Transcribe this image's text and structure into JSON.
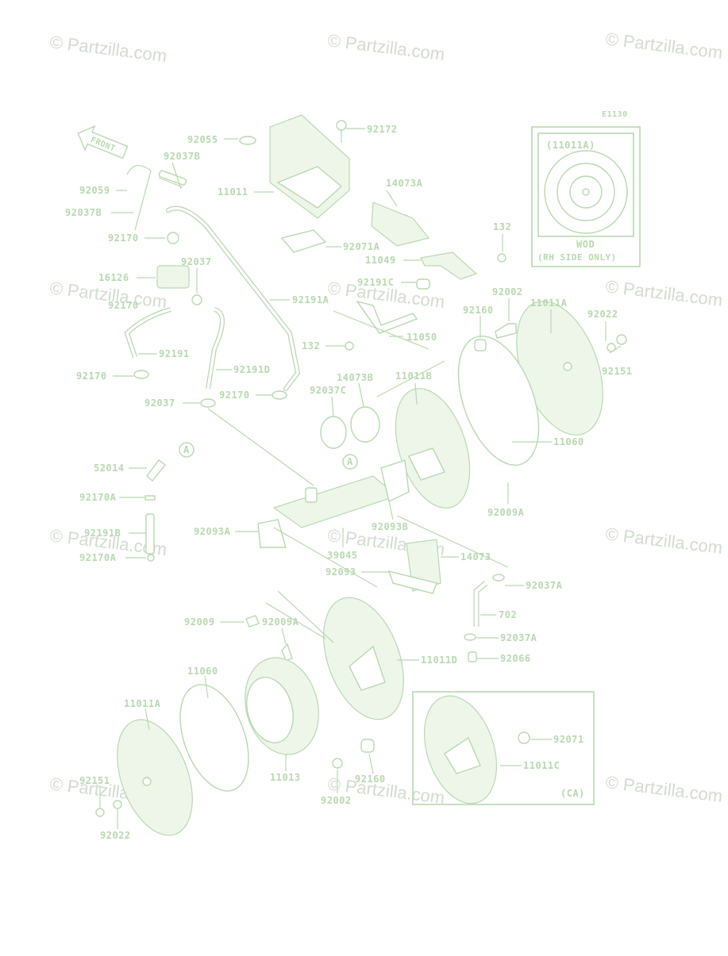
{
  "diagram_code": "E1130",
  "watermark": "© Partzilla.com",
  "callout": "A",
  "front_label": "FRONT",
  "inset_top": {
    "ref": "(11011A)",
    "model": "WOD",
    "note": "(RH SIDE ONLY)"
  },
  "inset_bottom": {
    "note": "(CA)",
    "parts": [
      "92071",
      "11011C"
    ]
  },
  "colors": {
    "line": "#b8d8b0",
    "watermark": "#d2dccf",
    "background": "#ffffff"
  },
  "parts": [
    "92055",
    "92172",
    "92037B",
    "92059",
    "11011",
    "14073A",
    "92037B",
    "92170",
    "132",
    "92071A",
    "16126",
    "92037",
    "11049",
    "92191C",
    "92002",
    "92170",
    "92191A",
    "11011A",
    "92160",
    "92022",
    "132",
    "11050",
    "92191",
    "92151",
    "92191D",
    "92170",
    "14073B",
    "11011B",
    "92037C",
    "92170",
    "92037",
    "11060",
    "52014",
    "92009A",
    "92170A",
    "92093A",
    "92093B",
    "92191B",
    "39045",
    "92170A",
    "14073",
    "92093",
    "92037A",
    "702",
    "92009",
    "92009A",
    "92037A",
    "92066",
    "11011D",
    "11060",
    "11011A",
    "11013",
    "92160",
    "92151",
    "92002",
    "92022"
  ]
}
